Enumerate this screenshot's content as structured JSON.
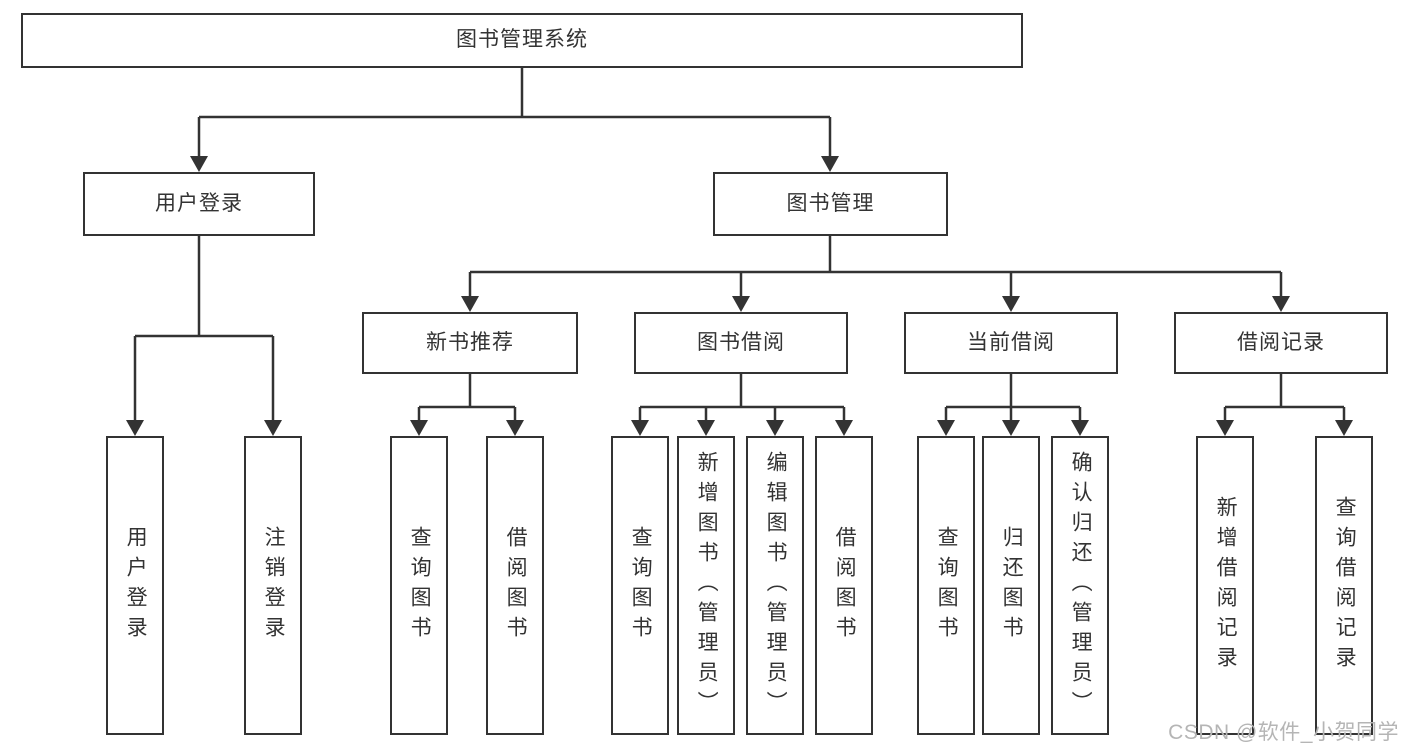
{
  "diagram_title": "图书管理系统",
  "tree": {
    "root": {
      "label": "图书管理系统"
    },
    "branches": [
      {
        "label": "用户登录",
        "children": [
          {
            "label": "用户登录"
          },
          {
            "label": "注销登录"
          }
        ]
      },
      {
        "label": "图书管理",
        "children": [
          {
            "label": "新书推荐",
            "children": [
              {
                "label": "查询图书"
              },
              {
                "label": "借阅图书"
              }
            ]
          },
          {
            "label": "图书借阅",
            "children": [
              {
                "label": "查询图书"
              },
              {
                "label": "新增图书（管理员）"
              },
              {
                "label": "编辑图书（管理员）"
              },
              {
                "label": "借阅图书"
              }
            ]
          },
          {
            "label": "当前借阅",
            "children": [
              {
                "label": "查询图书"
              },
              {
                "label": "归还图书"
              },
              {
                "label": "确认归还（管理员）"
              }
            ]
          },
          {
            "label": "借阅记录",
            "children": [
              {
                "label": "新增借阅记录"
              },
              {
                "label": "查询借阅记录"
              }
            ]
          }
        ]
      }
    ]
  },
  "watermark": "CSDN @软件_小贺同学",
  "colors": {
    "line": "#333333",
    "box_border": "#333333",
    "box_fill": "#ffffff",
    "text": "#333333",
    "watermark": "#b5b5b5",
    "background": "#ffffff"
  }
}
